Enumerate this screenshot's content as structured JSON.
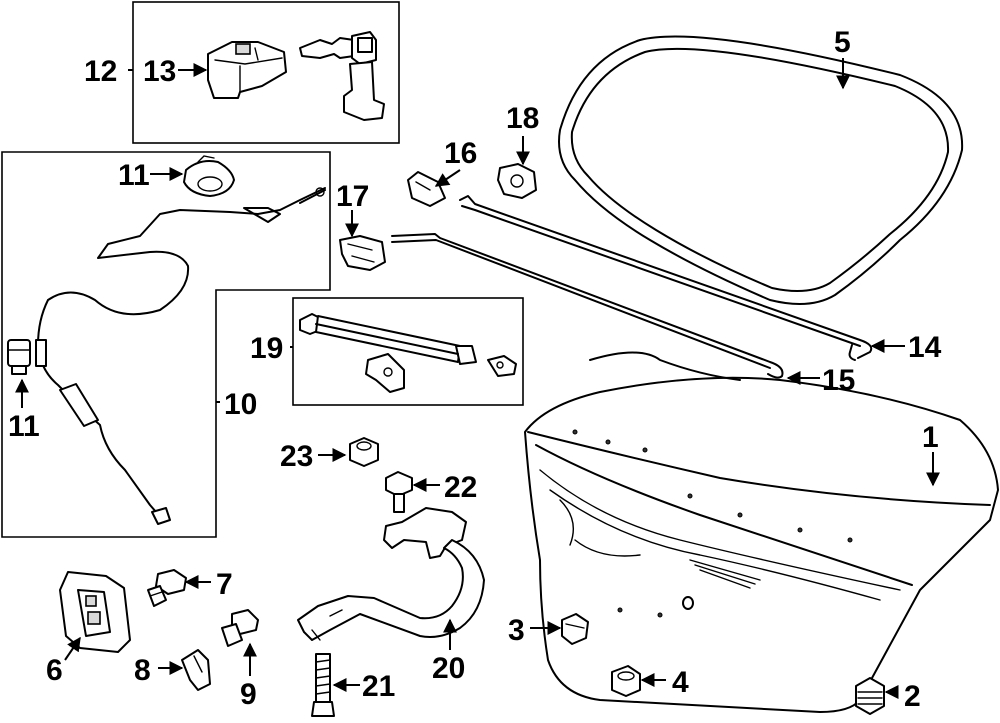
{
  "diagram": {
    "callouts": {
      "c1": "1",
      "c2": "2",
      "c3": "3",
      "c4": "4",
      "c5": "5",
      "c6": "6",
      "c7": "7",
      "c8": "8",
      "c9": "9",
      "c10": "10",
      "c11a": "11",
      "c11b": "11",
      "c12": "12",
      "c13": "13",
      "c14": "14",
      "c15": "15",
      "c16": "16",
      "c17": "17",
      "c18": "18",
      "c19": "19",
      "c20": "20",
      "c21": "21",
      "c22": "22",
      "c23": "23"
    }
  }
}
